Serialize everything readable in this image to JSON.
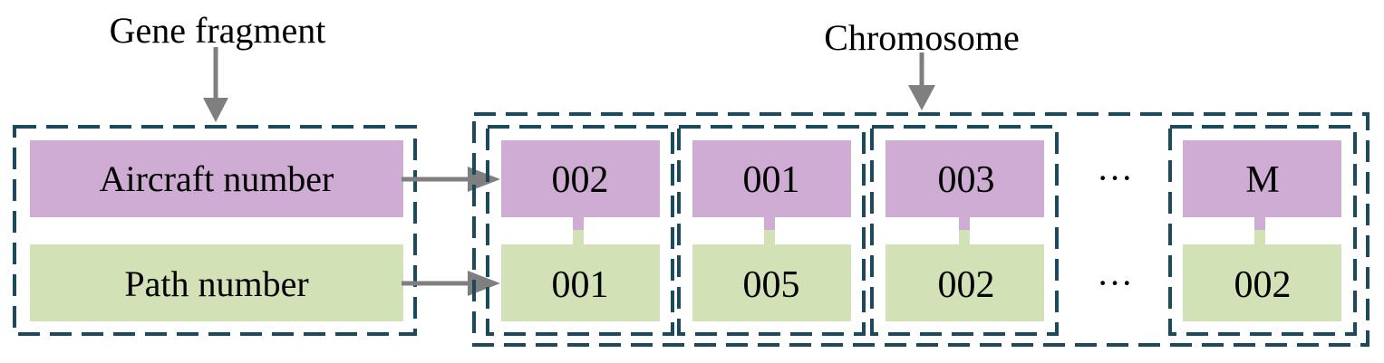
{
  "labels": {
    "gene_fragment": "Gene fragment",
    "chromosome": "Chromosome"
  },
  "legend": {
    "aircraft": "Aircraft number",
    "path": "Path number"
  },
  "genes": [
    {
      "aircraft": "002",
      "path": "001"
    },
    {
      "aircraft": "001",
      "path": "005"
    },
    {
      "aircraft": "003",
      "path": "002"
    },
    {
      "aircraft": "M",
      "path": "002"
    }
  ],
  "ellipsis": {
    "top": "···",
    "bottom": "···"
  },
  "colors": {
    "aircraft_fill": "#cfacd3",
    "path_fill": "#d3e1b7",
    "dashed_border": "#1a4a5c",
    "arrow": "#7f7f7f"
  }
}
